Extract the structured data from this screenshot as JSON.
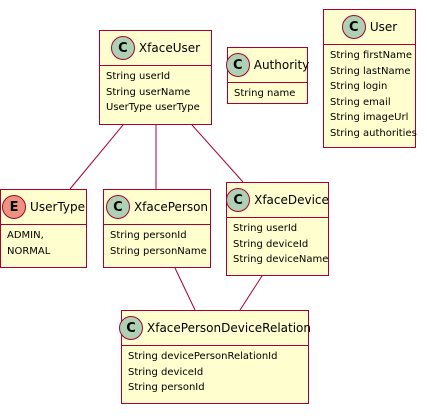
{
  "colors": {
    "class_fill": "#fefece",
    "border": "#a80036",
    "class_badge": "#add1b2",
    "enum_badge": "#eb937f"
  },
  "classes": {
    "xface_user": {
      "badge": "C",
      "name": "XfaceUser",
      "fields": [
        "String userId",
        "String userName",
        "UserType userType"
      ]
    },
    "authority": {
      "badge": "C",
      "name": "Authority",
      "fields": [
        "String name"
      ]
    },
    "user": {
      "badge": "C",
      "name": "User",
      "fields": [
        "String firstName",
        "String lastName",
        "String login",
        "String email",
        "String imageUrl",
        "String authorities"
      ]
    },
    "user_type": {
      "badge": "E",
      "name": "UserType",
      "fields": [
        "ADMIN,",
        "NORMAL"
      ]
    },
    "xface_person": {
      "badge": "C",
      "name": "XfacePerson",
      "fields": [
        "String personId",
        "String personName"
      ]
    },
    "xface_device": {
      "badge": "C",
      "name": "XfaceDevice",
      "fields": [
        "String userId",
        "String deviceId",
        "String deviceName"
      ]
    },
    "xface_person_device_relation": {
      "badge": "C",
      "name": "XfacePersonDeviceRelation",
      "fields": [
        "String devicePersonRelationId",
        "String deviceId",
        "String personId"
      ]
    }
  }
}
